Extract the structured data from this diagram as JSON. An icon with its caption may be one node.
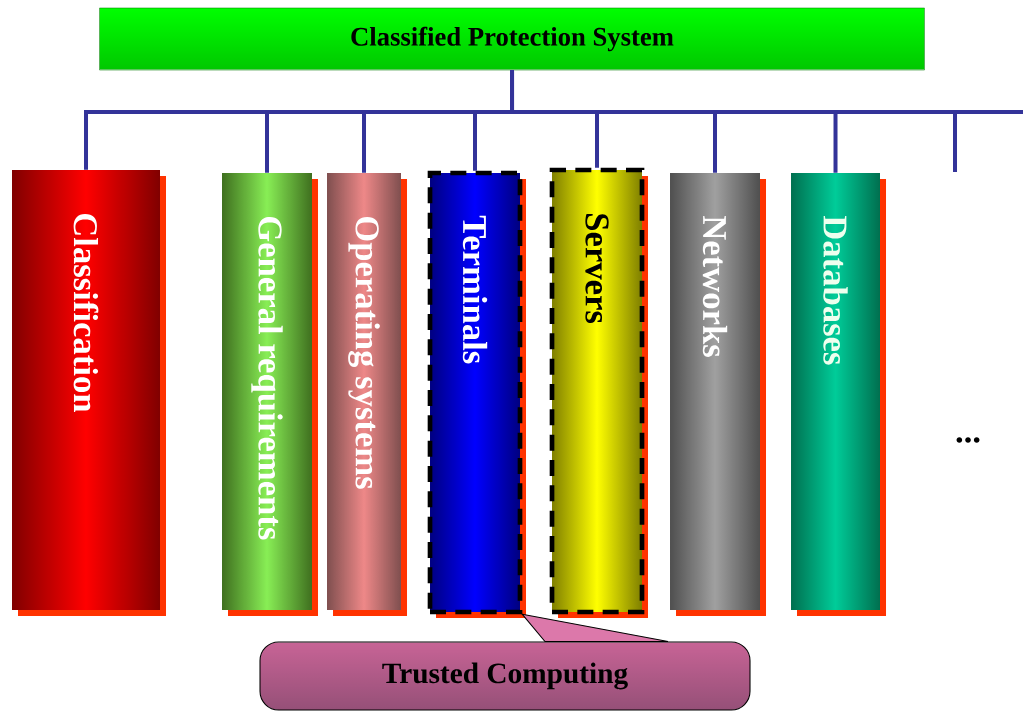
{
  "diagram": {
    "nodes": [
      {
        "text": [
          "Classified Protection System"
        ]
      },
      {
        "text": [
          "Classification"
        ]
      },
      {
        "text": [
          "General requirements"
        ]
      },
      {
        "text": [
          "Operating systems"
        ]
      },
      {
        "text": [
          "Terminals"
        ]
      },
      {
        "text": [
          "Servers"
        ]
      },
      {
        "text": [
          "Networks"
        ]
      },
      {
        "text": [
          "Databases"
        ]
      },
      {
        "text": [
          "Trusted Computing"
        ]
      }
    ],
    "edges": [
      {
        "from": 0,
        "to": 1,
        "arrow": "none"
      },
      {
        "from": 0,
        "to": 2,
        "arrow": "none"
      },
      {
        "from": 0,
        "to": 3,
        "arrow": "none"
      },
      {
        "from": 0,
        "to": 4,
        "arrow": "none"
      },
      {
        "from": 0,
        "to": 5,
        "arrow": "none"
      },
      {
        "from": 0,
        "to": 6,
        "arrow": "none"
      },
      {
        "from": 0,
        "to": 7,
        "arrow": "none"
      },
      {
        "from": 0,
        "to": null,
        "arrow": "none"
      },
      {
        "from": 0,
        "to": null,
        "arrow": "none"
      },
      {
        "from": 8,
        "to": 4,
        "arrow": "none"
      }
    ],
    "labels": [
      "..."
    ]
  }
}
